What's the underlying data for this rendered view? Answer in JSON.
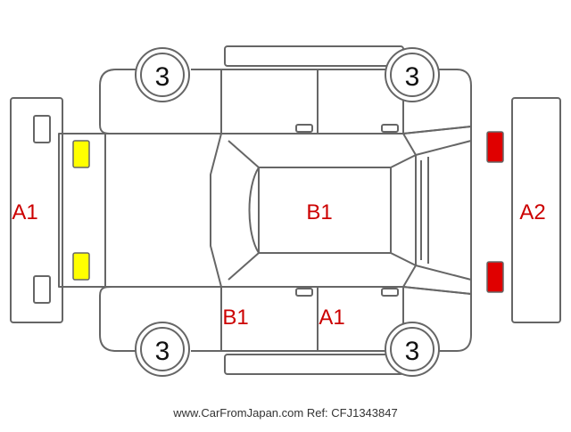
{
  "labels": {
    "front_bumper": "A1",
    "rear_bumper": "A2",
    "roof": "B1",
    "left_front_pillar": "B1",
    "left_rear_door": "A1"
  },
  "tires": {
    "front_left": "3",
    "rear_left": "3",
    "front_right": "3",
    "rear_right": "3"
  },
  "footer": "www.CarFromJapan.com Ref: CFJ1343847",
  "colors": {
    "outline": "#666666",
    "damage_text": "#cc0000",
    "front_lights": "#ffff00",
    "rear_lights": "#e00000"
  }
}
